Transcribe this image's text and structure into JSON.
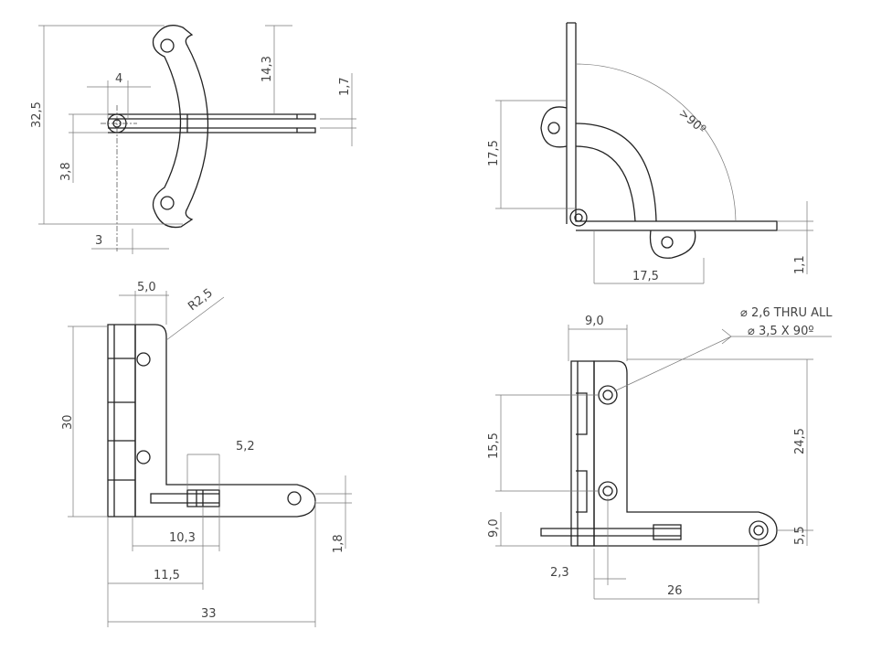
{
  "views": {
    "top_left": {
      "d_total_height": "32,5",
      "d_upper_height": "14,3",
      "d_hole_width": "4",
      "d_thickness": "1,7",
      "d_pin_offset": "3,8",
      "d_bottom": "3"
    },
    "top_right": {
      "d_angle": ">90º",
      "d_vertical": "17,5",
      "d_horizontal": "17,5",
      "d_thickness": "1,1"
    },
    "bottom_left": {
      "d_width_top": "5,0",
      "d_radius": "R2,5",
      "d_height": "30",
      "d_slot": "5,2",
      "d_10_3": "10,3",
      "d_11_5": "11,5",
      "d_total": "33",
      "d_1_8": "1,8"
    },
    "bottom_right": {
      "d_width": "9,0",
      "callout_hole": "⌀ 2,6 THRU ALL",
      "callout_csk": "⌀ 3,5 X 90º",
      "d_15_5": "15,5",
      "d_24_5": "24,5",
      "d_9_0": "9,0",
      "d_5_5": "5,5",
      "d_2_3": "2,3",
      "d_26": "26"
    }
  }
}
